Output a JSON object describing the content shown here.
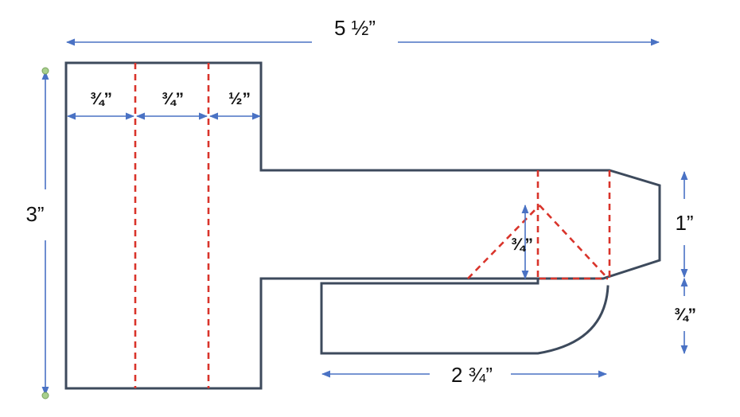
{
  "colors": {
    "outline": "#3d4a5c",
    "fold_line": "#d9342b",
    "dimension": "#4a72c4",
    "endpoint": "#a8d08d",
    "background": "#ffffff"
  },
  "dimensions": {
    "overall_width": "5 ½”",
    "overall_height": "3”",
    "panel_1_width": "¾”",
    "panel_2_width": "¾”",
    "panel_3_width": "½”",
    "tab_height": "1”",
    "lower_tab_height": "¾”",
    "triangle_height": "¾”",
    "bottom_length": "2 ¾”"
  }
}
